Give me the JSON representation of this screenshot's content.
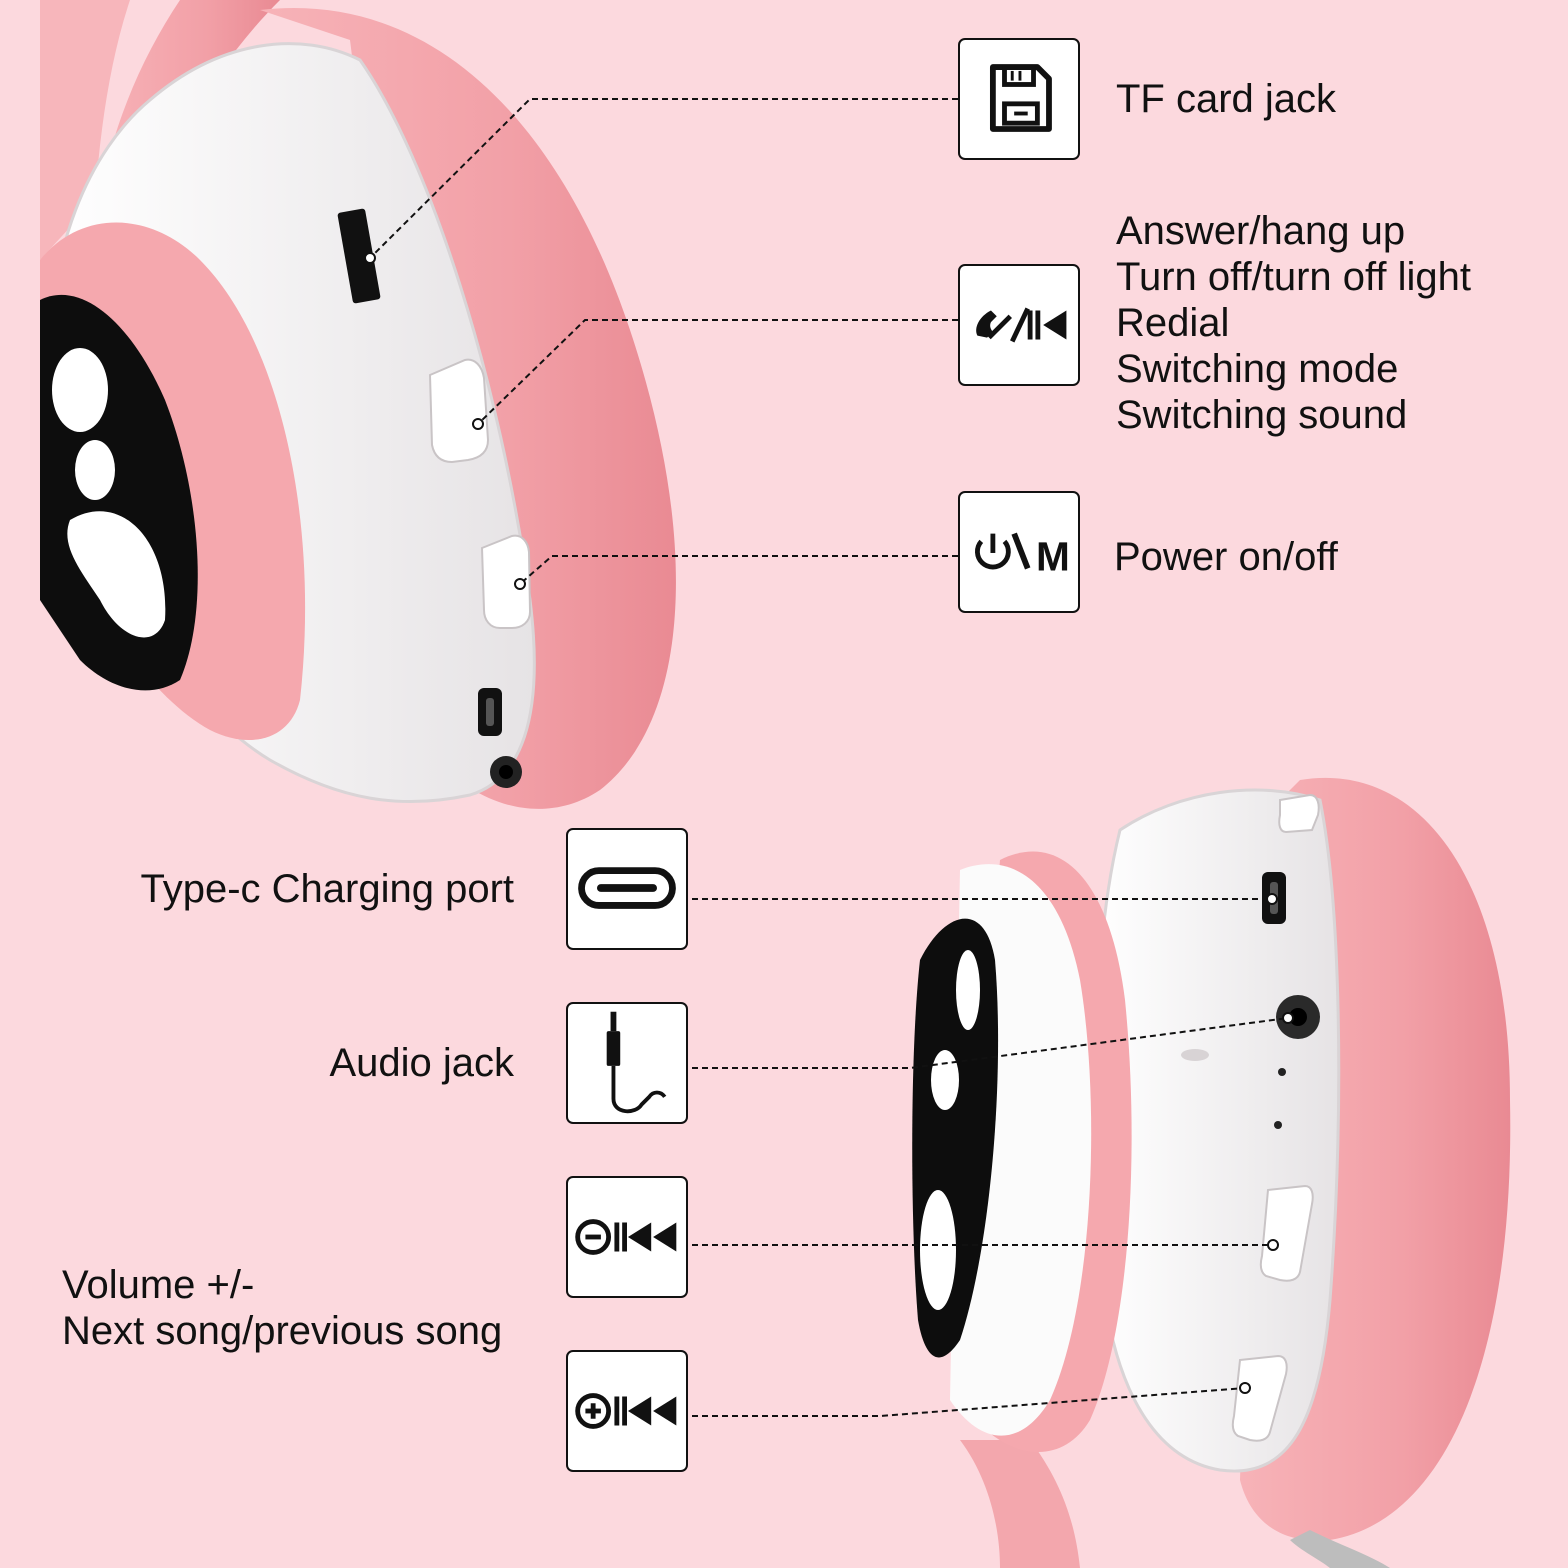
{
  "background_color": "#fcd9de",
  "features": {
    "tf_card": {
      "icon": "floppy-disk-icon",
      "lines": [
        "TF card jack"
      ]
    },
    "call_button": {
      "icon": "phone-skip-previous-icon",
      "lines": [
        "Answer/hang up",
        "Turn off/turn off light",
        "Redial",
        "Switching mode",
        "Switching sound"
      ]
    },
    "power_button": {
      "icon": "power-mode-icon",
      "lines": [
        "Power on/off"
      ],
      "icon_text": "M"
    },
    "type_c": {
      "icon": "usb-type-c-icon",
      "lines": [
        "Type-c Charging port"
      ]
    },
    "audio_jack": {
      "icon": "audio-jack-icon",
      "lines": [
        "Audio jack"
      ]
    },
    "volume": {
      "icon_minus": "volume-minus-previous-icon",
      "icon_plus": "volume-plus-next-icon",
      "lines": [
        "Volume +/-",
        "Next song/previous song"
      ]
    }
  },
  "colors": {
    "earpad_pink": "#f4a5ab",
    "shell_white": "#f7f5f6",
    "paw_black": "#0d0d0d",
    "line_black": "#111111"
  }
}
